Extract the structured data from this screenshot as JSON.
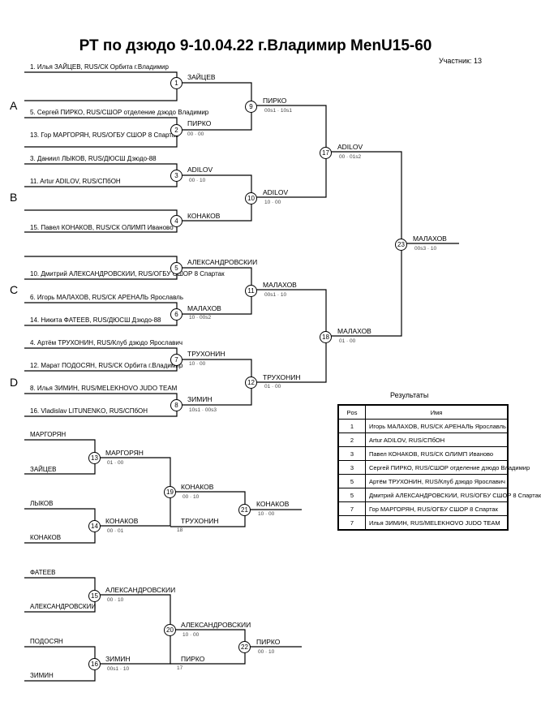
{
  "title": "РТ по дзюдо  9-10.04.22  г.Владимир   MenU15-60",
  "participants": "Участник: 13",
  "pools": [
    "A",
    "B",
    "C",
    "D"
  ],
  "entrants": [
    "1. Илья ЗАЙЦЕВ, RUS/СК Орбита г.Владимир",
    "5. Сергей ПИРКО, RUS/СШОР отделение дзюдо Владимир",
    "13. Гор МАРГОРЯН, RUS/ОГБУ СШОР 8 Спартак",
    "3. Даниил ЛЫКОВ, RUS/ДЮСШ Дзюдо-88",
    "11. Artur ADILOV, RUS/СПбОН",
    "15. Павел КОНАКОВ, RUS/СК ОЛИМП Иваново",
    "10. Дмитрий АЛЕКСАНДРОВСКИИ, RUS/ОГБУ СШОР 8 Спартак",
    "6. Игорь МАЛАХОВ, RUS/СК АРЕНАЛЬ Ярославль",
    "14. Никита ФАТЕЕВ, RUS/ДЮСШ Дзюдо-88",
    "4. Артём ТРУХОНИН, RUS/Клуб дзюдо Ярославич",
    "12. Марат ПОДОСЯН, RUS/СК Орбита г.Владимир",
    "8. Илья ЗИМИН, RUS/MELEKHOVO JUDO TEAM",
    "16. Vladislav LITUNENKO, RUS/СПбОН"
  ],
  "matches": [
    {
      "no": "1",
      "winner": "ЗАЙЦЕВ",
      "score": ""
    },
    {
      "no": "2",
      "winner": "ПИРКО",
      "score": "00 · 00"
    },
    {
      "no": "3",
      "winner": "ADILOV",
      "score": "00 · 10"
    },
    {
      "no": "4",
      "winner": "КОНАКОВ",
      "score": ""
    },
    {
      "no": "5",
      "winner": "АЛЕКСАНДРОВСКИИ",
      "score": ""
    },
    {
      "no": "6",
      "winner": "МАЛАХОВ",
      "score": "10 · 00s2"
    },
    {
      "no": "7",
      "winner": "ТРУХОНИН",
      "score": "10 · 00"
    },
    {
      "no": "8",
      "winner": "ЗИМИН",
      "score": "10s1 · 00s3"
    },
    {
      "no": "9",
      "winner": "ПИРКО",
      "score": "00s1 · 10s1"
    },
    {
      "no": "10",
      "winner": "ADILOV",
      "score": "10 · 00"
    },
    {
      "no": "11",
      "winner": "МАЛАХОВ",
      "score": "00s1 · 10"
    },
    {
      "no": "12",
      "winner": "ТРУХОНИН",
      "score": "01 · 00"
    },
    {
      "no": "17",
      "winner": "ADILOV",
      "score": "00 · 01s2"
    },
    {
      "no": "18",
      "winner": "МАЛАХОВ",
      "score": "01 · 00"
    },
    {
      "no": "23",
      "winner": "МАЛАХОВ",
      "score": "00s3 · 10"
    }
  ],
  "repechage": {
    "names": [
      "МАРГОРЯН",
      "ЗАЙЦЕВ",
      "ЛЫКОВ",
      "КОНАКОВ",
      "ФАТЕЕВ",
      "АЛЕКСАНДРОВСКИИ",
      "ПОДОСЯН",
      "ЗИМИН"
    ],
    "lower_labels": [
      "ТРУХОНИН",
      "ПИРКО"
    ],
    "lower_notes": [
      "18",
      "17"
    ],
    "matches": [
      {
        "no": "13",
        "winner": "МАРГОРЯН",
        "score": "01 · 00"
      },
      {
        "no": "14",
        "winner": "КОНАКОВ",
        "score": "00 · 01"
      },
      {
        "no": "19",
        "winner": "КОНАКОВ",
        "score": "00 · 10"
      },
      {
        "no": "21",
        "winner": "КОНАКОВ",
        "score": "10 · 00"
      },
      {
        "no": "15",
        "winner": "АЛЕКСАНДРОВСКИИ",
        "score": "00 · 10"
      },
      {
        "no": "16",
        "winner": "ЗИМИН",
        "score": "00s1 · 10"
      },
      {
        "no": "20",
        "winner": "АЛЕКСАНДРОВСКИИ",
        "score": "10 · 00"
      },
      {
        "no": "22",
        "winner": "ПИРКО",
        "score": "00 · 10"
      }
    ]
  },
  "results": {
    "title": "Результаты",
    "headers": {
      "pos": "Pos",
      "name": "Имя"
    },
    "rows": [
      {
        "pos": "1",
        "name": "Игорь МАЛАХОВ, RUS/СК АРЕНАЛЬ Ярославль"
      },
      {
        "pos": "2",
        "name": "Artur ADILOV, RUS/СПбОН"
      },
      {
        "pos": "3",
        "name": "Павел КОНАКОВ, RUS/СК ОЛИМП Иваново"
      },
      {
        "pos": "3",
        "name": "Сергей ПИРКО, RUS/СШОР отделение дзюдо Владимир"
      },
      {
        "pos": "5",
        "name": "Артём ТРУХОНИН, RUS/Клуб дзюдо Ярославич"
      },
      {
        "pos": "5",
        "name": "Дмитрий АЛЕКСАНДРОВСКИИ, RUS/ОГБУ СШОР 8 Спартак"
      },
      {
        "pos": "7",
        "name": "Гор МАРГОРЯН, RUS/ОГБУ СШОР 8 Спартак"
      },
      {
        "pos": "7",
        "name": "Илья ЗИМИН, RUS/MELEKHOVO JUDO TEAM"
      }
    ]
  }
}
